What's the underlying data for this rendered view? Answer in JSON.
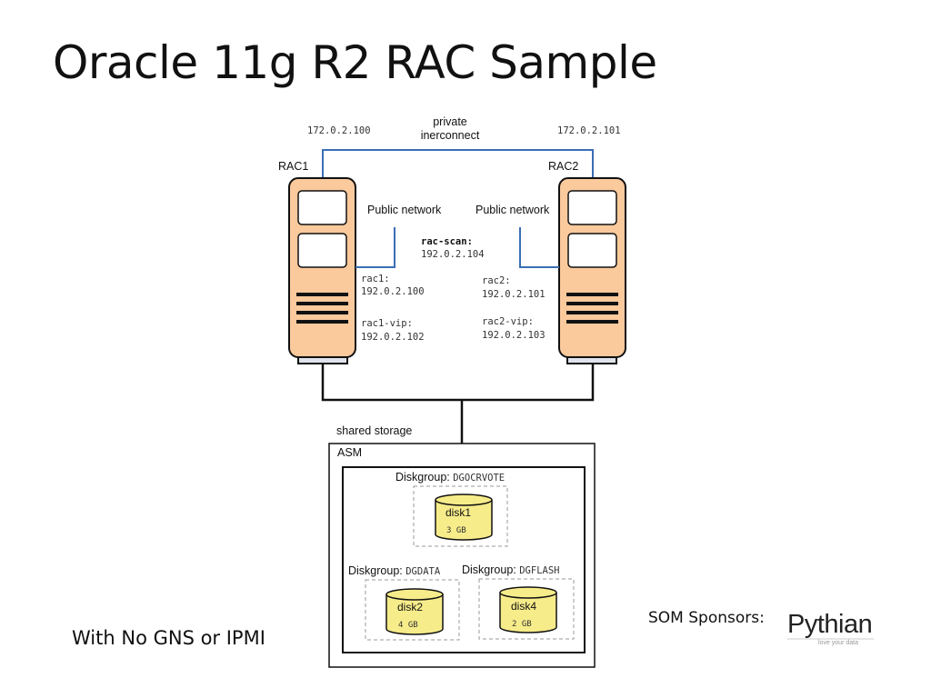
{
  "slide": {
    "title": "Oracle 11g R2 RAC Sample",
    "subtitle": "With No GNS or IPMI",
    "sponsor_label": "SOM Sponsors:",
    "sponsor_logo": {
      "name": "Pythian",
      "tagline": "love your data"
    }
  },
  "diagram": {
    "interconnect": {
      "label_line1": "private",
      "label_line2": "inerconnect",
      "ip_left": "172.0.2.100",
      "ip_right": "172.0.2.101"
    },
    "rac1": {
      "label": "RAC1",
      "network": "Public network",
      "host_label": "rac1:",
      "host_ip": "192.0.2.100",
      "vip_label": "rac1-vip:",
      "vip_ip": "192.0.2.102"
    },
    "rac2": {
      "label": "RAC2",
      "network": "Public network",
      "host_label": "rac2:",
      "host_ip": "192.0.2.101",
      "vip_label": "rac2-vip:",
      "vip_ip": "192.0.2.103"
    },
    "scan": {
      "label": "rac-scan:",
      "ip": "192.0.2.104"
    },
    "storage": {
      "label": "shared storage",
      "asm_label": "ASM",
      "groups": [
        {
          "prefix": "Diskgroup:",
          "name": "DGOCRVOTE",
          "disk": "disk1",
          "size": "3 GB"
        },
        {
          "prefix": "Diskgroup:",
          "name": "DGDATA",
          "disk": "disk2",
          "size": "4 GB"
        },
        {
          "prefix": "Diskgroup:",
          "name": "DGFLASH",
          "disk": "disk4",
          "size": "2 GB"
        }
      ]
    },
    "colors": {
      "server_fill": "#FAC99C",
      "disk_fill": "#F7EC8A",
      "network_line": "#3A6EB5",
      "outline": "#111111"
    }
  }
}
